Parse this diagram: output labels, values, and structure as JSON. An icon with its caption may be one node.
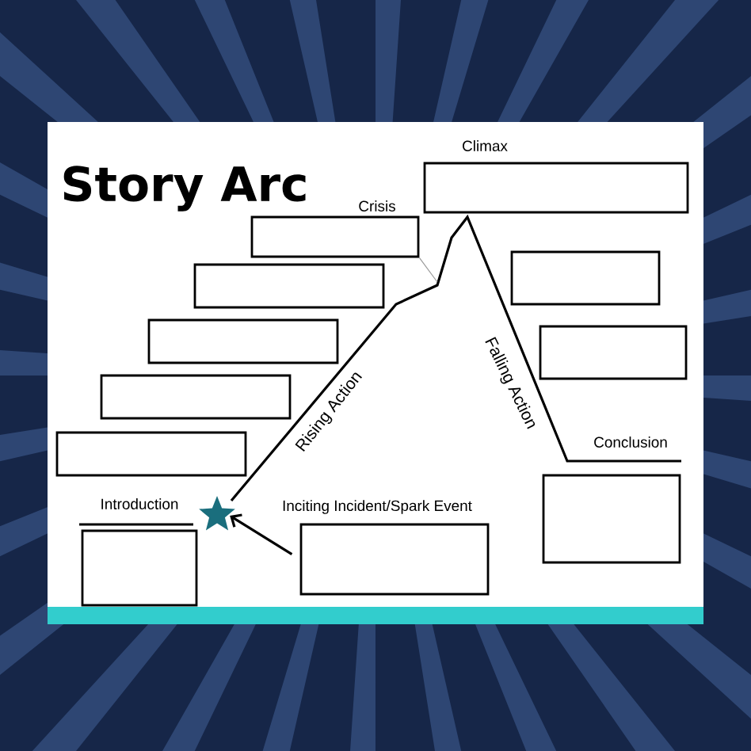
{
  "diagram": {
    "title": "Story Arc",
    "nodes": [
      {
        "text": [
          "Climax"
        ]
      },
      {
        "text": [
          "Crisis"
        ]
      },
      {
        "text": [],
        "shape": "box"
      },
      {
        "text": [],
        "shape": "box"
      },
      {
        "text": [],
        "shape": "box"
      },
      {
        "text": [],
        "shape": "box"
      },
      {
        "text": [],
        "shape": "box"
      },
      {
        "text": [],
        "shape": "box"
      },
      {
        "text": [
          "Conclusion"
        ]
      },
      {
        "text": [
          "Introduction"
        ]
      },
      {
        "text": [],
        "shape": "star"
      },
      {
        "text": [
          "Inciting Incident/Spark Event"
        ]
      }
    ],
    "edges": [
      {
        "from": 11,
        "to": 10,
        "arrow": "to"
      },
      {
        "from": 1,
        "to": null,
        "arrow": "none",
        "color": "#999999"
      }
    ],
    "labels": [
      "Rising Action",
      "Falling Action"
    ]
  }
}
